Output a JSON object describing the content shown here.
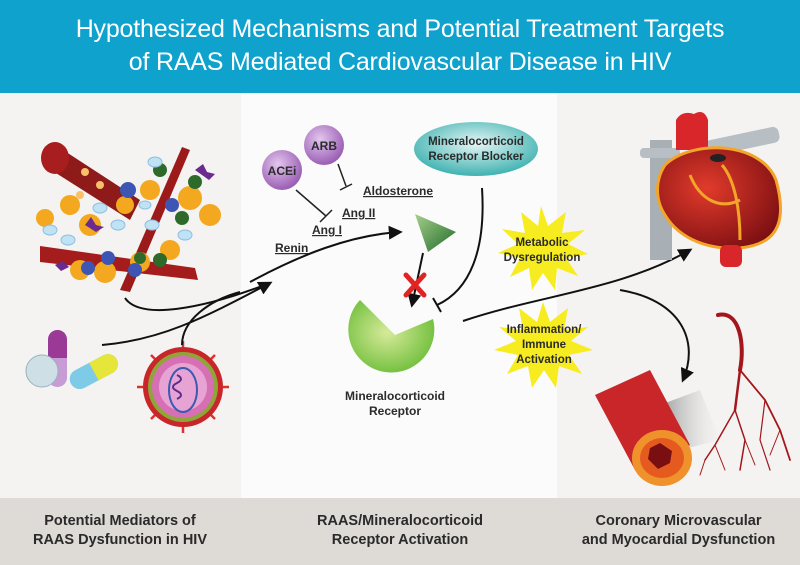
{
  "header": {
    "title_line1": "Hypothesized Mechanisms and Potential Treatment Targets",
    "title_line2": "of RAAS Mediated Cardiovascular Disease in HIV",
    "background_color": "#0ea2cd"
  },
  "middle": {
    "drugs": {
      "acei": "ACEi",
      "arb": "ARB"
    },
    "cascade": {
      "renin": "Renin",
      "ang1": "Ang I",
      "ang2": "Ang II",
      "aldosterone": "Aldosterone"
    },
    "blocker": {
      "line1": "Mineralocorticoid",
      "line2": "Receptor Blocker"
    },
    "receptor": {
      "line1": "Mineralocorticoid",
      "line2": "Receptor"
    }
  },
  "effects": {
    "metabolic": {
      "line1": "Metabolic",
      "line2": "Dysregulation"
    },
    "inflammation": {
      "line1": "Inflammation/",
      "line2": "Immune",
      "line3": "Activation"
    }
  },
  "footer": {
    "col1": {
      "line1": "Potential Mediators of",
      "line2": "RAAS Dysfunction in HIV"
    },
    "col2": {
      "line1": "RAAS/Mineralocorticoid",
      "line2": "Receptor Activation"
    },
    "col3": {
      "line1": "Coronary Microvascular",
      "line2": "and Myocardial Dysfunction"
    }
  },
  "icons": [
    "blood-vessel-cells-icon",
    "pills-icon",
    "hiv-virus-icon",
    "heart-icon",
    "artery-cross-section-icon",
    "microvasculature-icon",
    "aldosterone-triangle-icon",
    "receptor-icon",
    "block-x-icon",
    "starburst-icon"
  ]
}
